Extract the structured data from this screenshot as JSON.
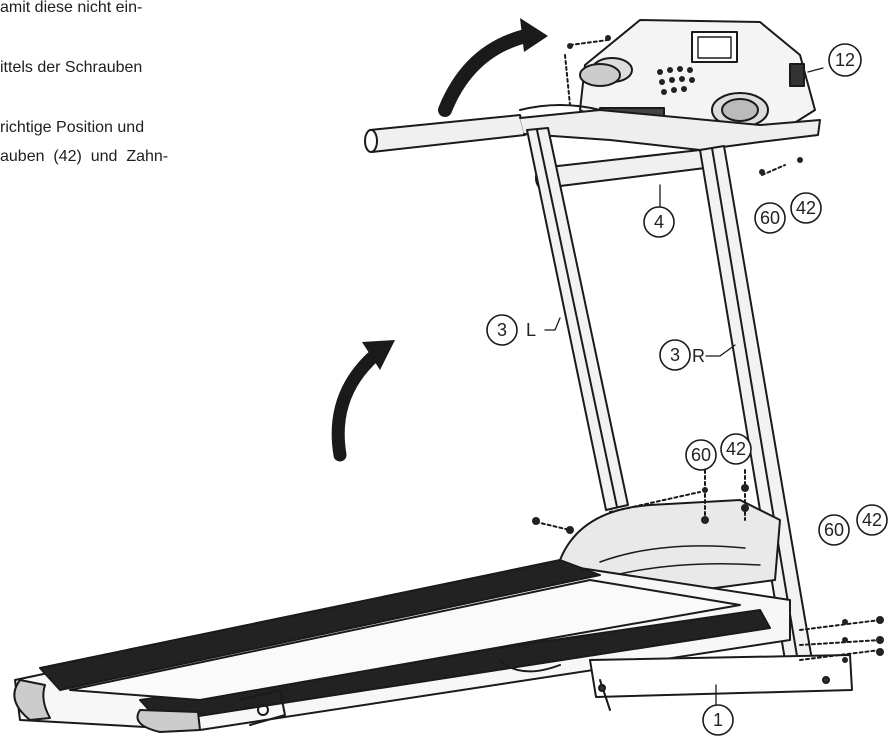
{
  "text_fragments": [
    "amit diese nicht ein-",
    "ittels der Schrauben",
    "richtige Position und",
    "auben  (42)  und  Zahn-"
  ],
  "callouts": {
    "c12": "12",
    "c4": "4",
    "c60_top": "60",
    "c42_top": "42",
    "c3L_num": "3",
    "c3L_side": "L",
    "c3R_num": "3",
    "c3R_side": "R",
    "c60_mid": "60",
    "c42_mid": "42",
    "c60_right": "60",
    "c42_right": "42",
    "c1": "1"
  }
}
